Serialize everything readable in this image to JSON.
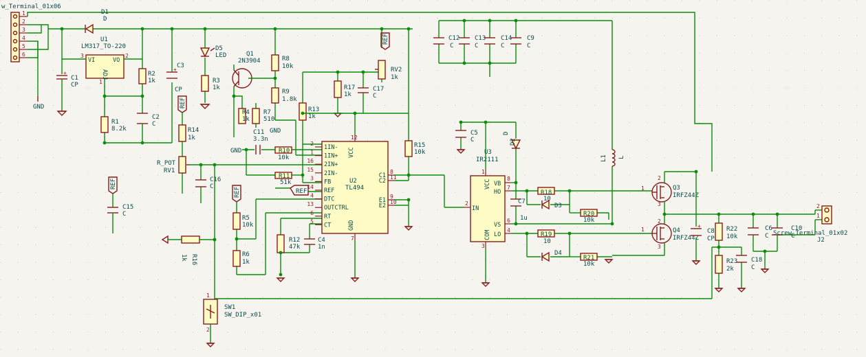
{
  "connectors": {
    "j1_value": "w_Terminal_01x06",
    "j1_pins": [
      "1",
      "2",
      "3",
      "4",
      "5",
      "6"
    ],
    "j2_ref": "J2",
    "j2_value": "Screw_Terminal_01x02",
    "j2_pins": [
      "2",
      "1"
    ]
  },
  "power": {
    "gnd": "GND",
    "ref": "REF"
  },
  "regulator": {
    "d1_ref": "D1",
    "d1_value": "D",
    "u1_ref": "U1",
    "u1_value": "LM317_TO-220",
    "vi": "VI",
    "vo": "VO",
    "adj": "ADJ",
    "pin3": "3",
    "pin2": "2",
    "pin1": "1"
  },
  "components": {
    "c1_ref": "C1",
    "c1_value": "CP",
    "r2_ref": "R2",
    "r2_value": "1k",
    "r1_ref": "R1",
    "r1_value": "8.2k",
    "c2_ref": "C2",
    "c2_value": "C",
    "c3_ref": "C3",
    "c3_value": "CP",
    "d5_ref": "D5",
    "d5_value": "LED",
    "r3_ref": "R3",
    "r3_value": "1k",
    "q1_ref": "Q1",
    "q1_value": "2N3904",
    "r8_ref": "R8",
    "r8_value": "10k",
    "r9_ref": "R9",
    "r9_value": "1.8k",
    "r4_ref": "R4",
    "r4_value": "1k",
    "r7_ref": "R7",
    "r7_value": "510",
    "c11_ref": "C11",
    "c11_value": "3.3n",
    "r10_ref": "R10",
    "r10_value": "10k",
    "r11_ref": "R11",
    "r11_value": "51k",
    "r13_ref": "R13",
    "r13_value": "1k",
    "r17_ref": "R17",
    "r17_value": "1k",
    "c17_ref": "C17",
    "c17_value": "C",
    "rv2_ref": "RV2",
    "rv2_value": "1k",
    "r14_ref": "R14",
    "r14_value": "1k",
    "rv1_ref": "RV1",
    "rv1_value": "R_POT",
    "c16_ref": "C16",
    "c16_value": "C",
    "c15_ref": "C15",
    "c15_value": "C",
    "r16_ref": "R16",
    "r16_value": "1k",
    "r5_ref": "R5",
    "r5_value": "10k",
    "r6_ref": "R6",
    "r6_value": "1k",
    "r12_ref": "R12",
    "r12_value": "47k",
    "c4_ref": "C4",
    "c4_value": "1n",
    "r15_ref": "R15",
    "r15_value": "10k",
    "c5_ref": "C5",
    "c5_value": "C",
    "d2_ref": "D2",
    "d2_value": "D",
    "c7_ref": "C7",
    "c7_value": "1u",
    "r18_ref": "R18",
    "r18_value": "10",
    "d3_ref": "D3",
    "r20_ref": "R20",
    "r20_value": "10k",
    "r19_ref": "R19",
    "r19_value": "10",
    "d4_ref": "D4",
    "r21_ref": "R21",
    "r21_value": "10k",
    "l1_ref": "L1",
    "l1_value": "L",
    "q3_ref": "Q3",
    "q3_value": "IRFZ44Z",
    "q4_ref": "Q4",
    "q4_value": "IRFZ44Z",
    "c8_ref": "C8",
    "c8_value": "CP",
    "r22_ref": "R22",
    "r22_value": "10k",
    "r23_ref": "R23",
    "r23_value": "2k",
    "c18_ref": "C18",
    "c18_value": "C",
    "c6_ref": "C6",
    "c6_value": "C",
    "c10_ref": "C10",
    "c10_value": "C",
    "c12_ref": "C12",
    "c12_value": "C",
    "c13_ref": "C13",
    "c13_value": "C",
    "c14_ref": "C14",
    "c14_value": "C",
    "c9_ref": "C9",
    "c9_value": "C",
    "sw1_ref": "SW1",
    "sw1_value": "SW_DIP_x01"
  },
  "tl494": {
    "ref": "U2",
    "value": "TL494",
    "left_pins": [
      {
        "num": "2",
        "name": "1IN-"
      },
      {
        "num": "1",
        "name": "1IN+"
      },
      {
        "num": "16",
        "name": "2IN+"
      },
      {
        "num": "15",
        "name": "2IN-"
      },
      {
        "num": "3",
        "name": "FB"
      },
      {
        "num": "14",
        "name": "REF"
      },
      {
        "num": "4",
        "name": "DTC"
      },
      {
        "num": "13",
        "name": "OUTCTRL"
      },
      {
        "num": "6",
        "name": "RT"
      },
      {
        "num": "5",
        "name": "CT"
      }
    ],
    "right_pins": [
      {
        "num": "8",
        "name": "C1"
      },
      {
        "num": "11",
        "name": "C2"
      },
      {
        "num": "9",
        "name": "E1"
      },
      {
        "num": "10",
        "name": "E2"
      }
    ],
    "vcc": "VCC",
    "vcc_pin": "12",
    "gnd": "GND",
    "gnd_pin": "7"
  },
  "ir2111": {
    "ref": "U3",
    "value": "IR2111",
    "vcc": "VCC",
    "vcc_pin": "1",
    "in": "IN",
    "in_pin": "2",
    "com": "COM",
    "com_pin": "3",
    "vb": "VB",
    "vb_pin": "8",
    "ho": "HO",
    "ho_pin": "7",
    "vs": "VS",
    "vs_pin": "6",
    "lo": "LO",
    "lo_pin": "4"
  },
  "misc_pins": {
    "one": "1",
    "two": "2",
    "three": "3"
  }
}
